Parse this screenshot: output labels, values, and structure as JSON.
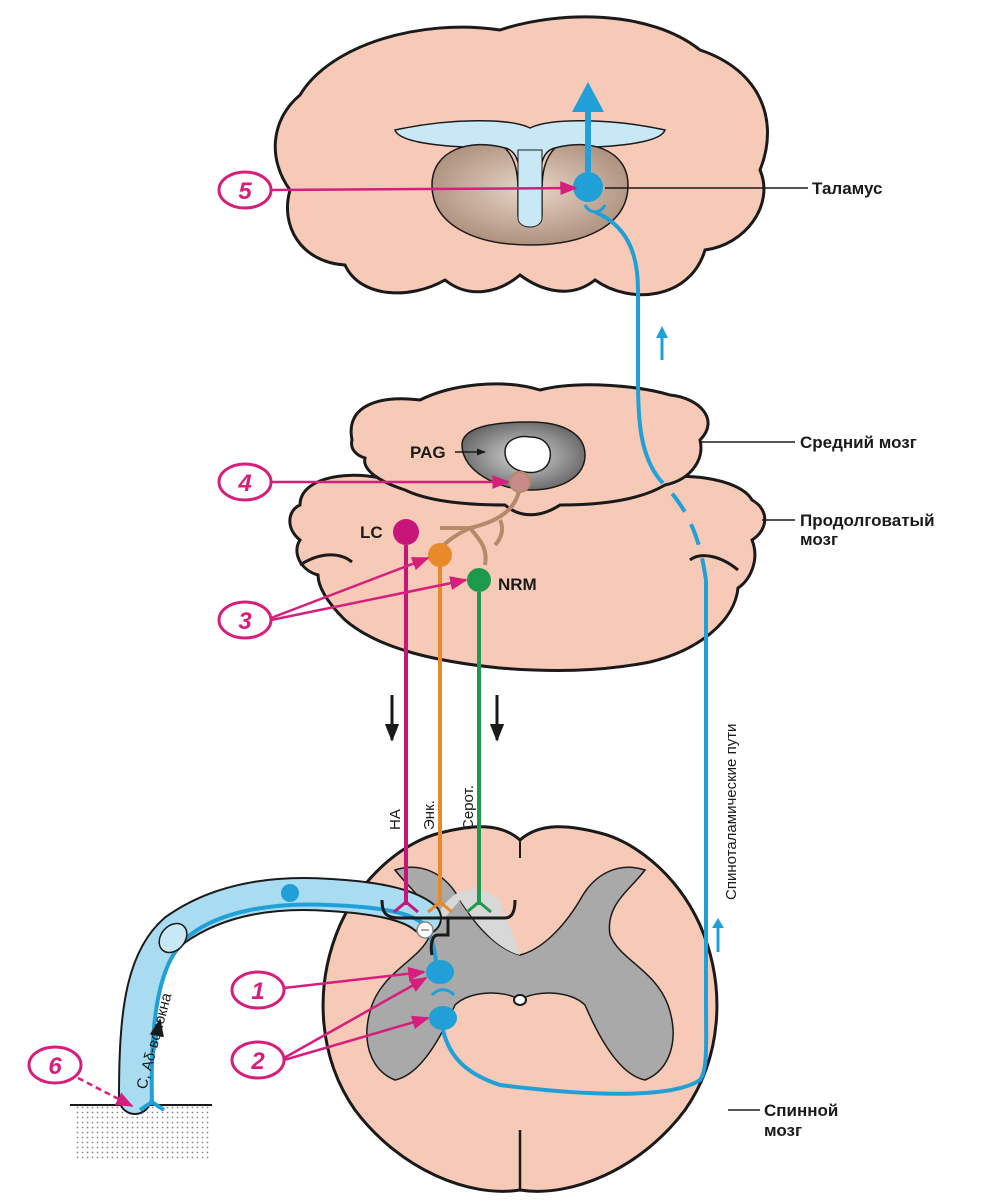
{
  "colors": {
    "tissue": "#f7c9b7",
    "tissue_stroke": "#1a1a1a",
    "pathway_blue": "#21a0d8",
    "fiber_blue": "#a9dcf0",
    "ventricle_blue": "#c8e8f5",
    "thalamus_brown": "#b79a87",
    "grey_matter": "#a9a9a9",
    "pag_grey": "#707070",
    "callout_magenta": "#d61f7d",
    "lc_magenta": "#c8157a",
    "enk_orange": "#e98a2a",
    "nrm_green": "#1f9a4a",
    "collateral_tan": "#b48a6a"
  },
  "labels": {
    "thalamus": "Таламус",
    "midbrain": "Средний мозг",
    "medulla_line1": "Продолговатый",
    "medulla_line2": "мозг",
    "spinal_line1": "Спинной",
    "spinal_line2": "мозг",
    "pag": "PAG",
    "lc": "LC",
    "nrm": "NRM",
    "spinothalamic": "Спиноталамические пути",
    "na": "НА",
    "enk": "Энк.",
    "serot": "Серот.",
    "fibers": "С, Аδ-волокна"
  },
  "callouts": [
    "1",
    "2",
    "3",
    "4",
    "5",
    "6"
  ]
}
